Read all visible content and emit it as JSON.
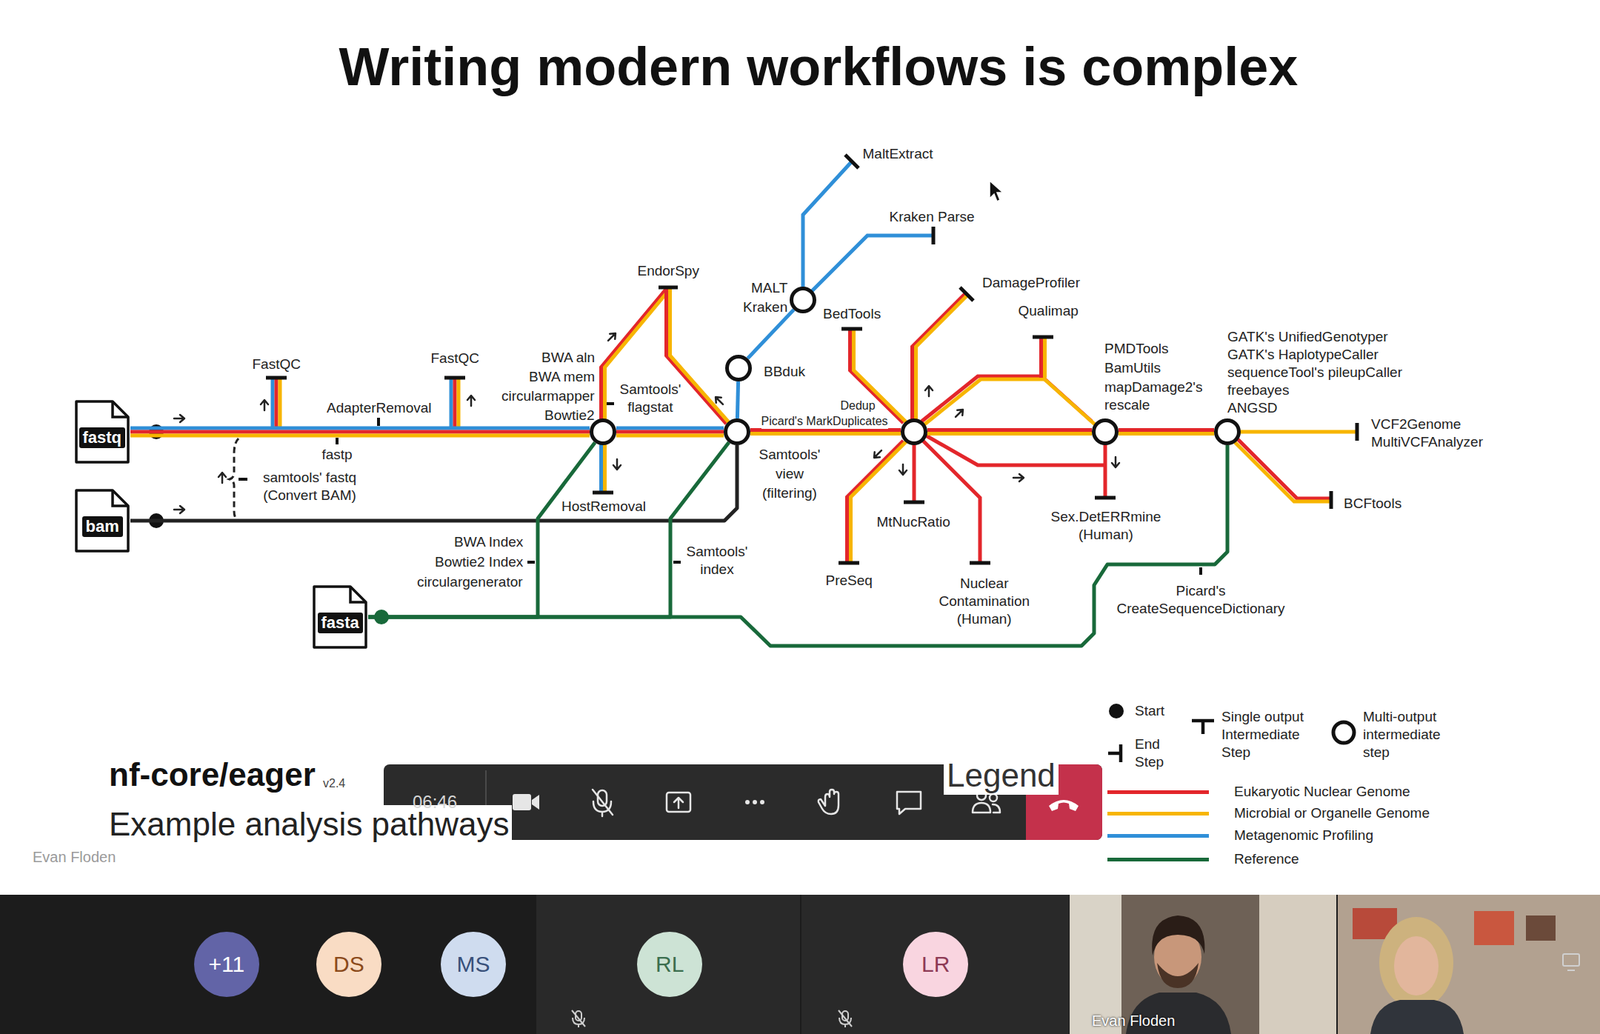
{
  "diagram": {
    "title": "Writing modern workflows is complex",
    "nodes": [
      {
        "text": [
          "fastq"
        ]
      },
      {
        "text": [
          "bam"
        ]
      },
      {
        "text": [
          "fasta"
        ]
      },
      {
        "text": [
          "BWA aln",
          "BWA mem",
          "circularmapper",
          "Bowtie2"
        ]
      },
      {
        "text": [
          "Samtools' view (filtering)"
        ]
      },
      {
        "text": [
          "BBduk"
        ]
      },
      {
        "text": [
          "MALT",
          "Kraken"
        ]
      },
      {
        "text": [
          "Dedup",
          "Picard's MarkDuplicates"
        ]
      },
      {
        "text": [
          "PMDTools",
          "BamUtils",
          "mapDamage2's rescale"
        ]
      },
      {
        "text": [
          "GATK's UnifiedGenotyper",
          "GATK's HaplotypeCaller",
          "sequenceTool's pileupCaller",
          "freebayes",
          "ANGSD"
        ]
      },
      {
        "text": [
          "+11"
        ]
      },
      {
        "text": [
          "DS"
        ]
      },
      {
        "text": [
          "MS"
        ]
      },
      {
        "text": [
          "RL"
        ]
      },
      {
        "text": [
          "LR"
        ]
      }
    ],
    "edges": [
      {
        "from": 0,
        "to": 3,
        "arrow": "none"
      },
      {
        "from": 1,
        "to": 4,
        "arrow": "none"
      },
      {
        "from": 2,
        "to": 3,
        "arrow": "none"
      },
      {
        "from": 2,
        "to": 4,
        "arrow": "none"
      },
      {
        "from": 2,
        "to": 9,
        "arrow": "none"
      },
      {
        "from": 3,
        "to": 4,
        "arrow": "none"
      },
      {
        "from": 4,
        "to": 5,
        "arrow": "none"
      },
      {
        "from": 5,
        "to": 6,
        "arrow": "none"
      },
      {
        "from": 4,
        "to": 7,
        "arrow": "none"
      },
      {
        "from": 7,
        "to": 8,
        "arrow": "none"
      },
      {
        "from": 8,
        "to": 9,
        "arrow": "none"
      }
    ],
    "labels": [
      "FastQC",
      "FastQC",
      "AdapterRemoval",
      "fastp",
      "samtools' fastq (Convert BAM)",
      "EndorSpy",
      "Samtools' flagstat",
      "HostRemoval",
      "MaltExtract",
      "Kraken Parse",
      "BedTools",
      "DamageProfiler",
      "Qualimap",
      "MtNucRatio",
      "PreSeq",
      "Nuclear Contamination (Human)",
      "Sex.DetERRmine (Human)",
      "VCF2Genome MultiVCFAnalyzer",
      "BCFtools",
      "Picard's CreateSequenceDictionary",
      "BWA Index",
      "Bowtie2 Index",
      "circulargenerator",
      "Samtools' index",
      "nf-core/eager",
      "v2.4",
      "Example analysis pathways",
      "Legend",
      "Evan Floden",
      "06:46",
      "Evan Floden"
    ],
    "legend": [
      {
        "text": "Start"
      },
      {
        "text": "End Step"
      },
      {
        "text": "Single output Intermediate Step"
      },
      {
        "text": "Multi-output intermediate step"
      },
      {
        "text": "Eukaryotic Nuclear Genome",
        "color": "#e3262b"
      },
      {
        "text": "Microbial or Organelle Genome",
        "color": "#f7b500"
      },
      {
        "text": "Metagenomic Profiling",
        "color": "#2f8fd8"
      },
      {
        "text": "Reference",
        "color": "#18693a"
      }
    ]
  }
}
